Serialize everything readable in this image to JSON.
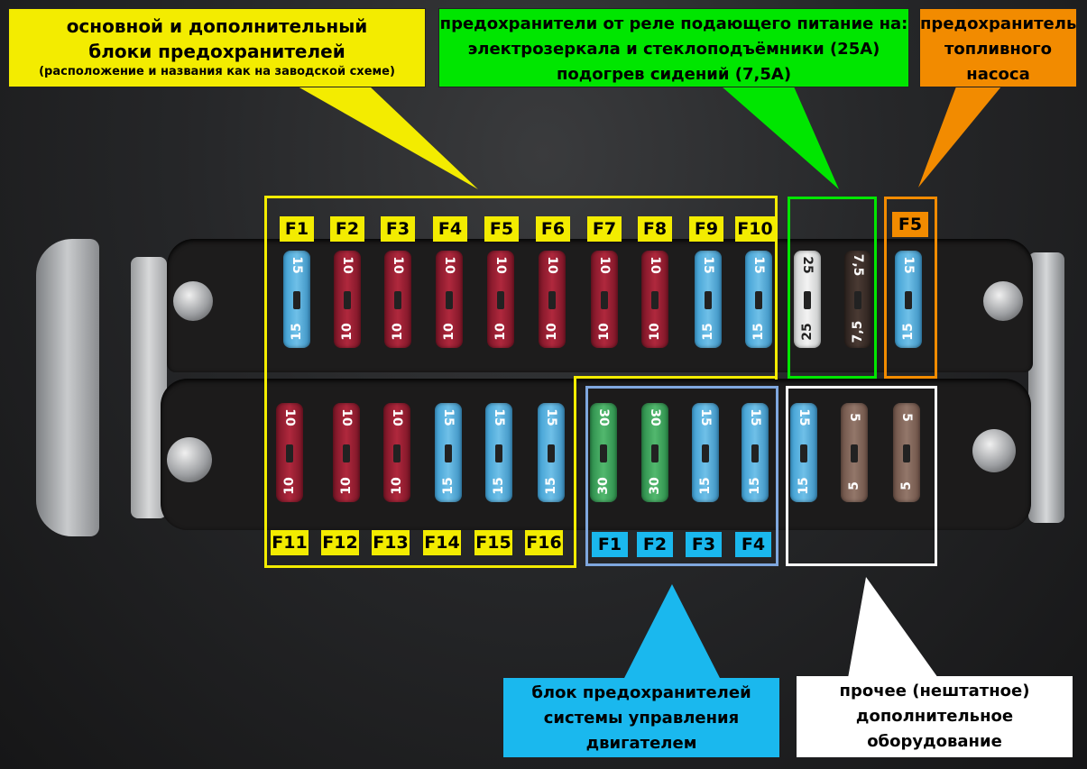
{
  "callouts": {
    "main_block": {
      "line1": "основной и дополнительный",
      "line2": "блоки предохранителей",
      "line3": "(расположение и названия как на заводской схеме)"
    },
    "relay_fuses": {
      "line1": "предохранители от реле подающего питание на:",
      "line2": "электрозеркала и стеклоподъёмники (25А)",
      "line3": "подогрев сидений (7,5А)"
    },
    "fuel_pump": {
      "line1": "предохранитель",
      "line2": "топливного",
      "line3": "насоса"
    },
    "engine_block": {
      "line1": "блок предохранителей",
      "line2": "системы управления",
      "line3": "двигателем"
    },
    "other": {
      "line1": "прочее (нештатное)",
      "line2": "дополнительное",
      "line3": "оборудование"
    }
  },
  "labels": {
    "top_row": [
      "F1",
      "F2",
      "F3",
      "F4",
      "F5",
      "F6",
      "F7",
      "F8",
      "F9",
      "F10"
    ],
    "bottom_row": [
      "F11",
      "F12",
      "F13",
      "F14",
      "F15",
      "F16"
    ],
    "engine_row": [
      "F1",
      "F2",
      "F3",
      "F4"
    ],
    "fuel_pump": "F5"
  },
  "fuses": {
    "top_row": [
      "15",
      "10",
      "10",
      "10",
      "10",
      "10",
      "10",
      "10",
      "15",
      "15"
    ],
    "relay": [
      "25",
      "7,5"
    ],
    "fuel_pump": "15",
    "bottom_row": [
      "10",
      "10",
      "10",
      "15",
      "15",
      "15"
    ],
    "engine_row": [
      "30",
      "30",
      "15",
      "15"
    ],
    "other": [
      "15",
      "5",
      "5"
    ]
  },
  "colors": {
    "yellow": "#f3ec00",
    "green": "#00e600",
    "orange": "#f28b00",
    "cyan": "#1ab8ee",
    "white": "#ffffff"
  }
}
